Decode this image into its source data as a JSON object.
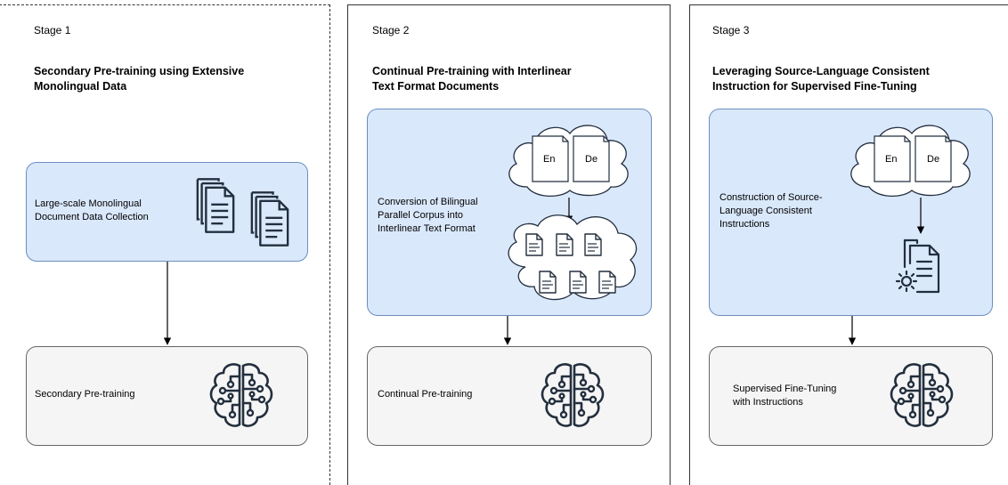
{
  "stages": [
    {
      "label": "Stage 1",
      "title_lines": [
        "Secondary Pre-training using Extensive",
        "Monolingual Data"
      ],
      "top_box_text": [
        "Large-scale Monolingual",
        "Document Data Collection"
      ],
      "bottom_box_text": [
        "Secondary Pre-training"
      ]
    },
    {
      "label": "Stage 2",
      "title_lines": [
        "Continual Pre-training with Interlinear",
        "Text Format Documents"
      ],
      "top_box_text": [
        "Conversion of Bilingual",
        "Parallel Corpus into",
        "Interlinear Text Format"
      ],
      "bottom_box_text": [
        "Continual Pre-training"
      ],
      "doc_labels": [
        "En",
        "De"
      ]
    },
    {
      "label": "Stage 3",
      "title_lines": [
        "Leveraging Source-Language Consistent",
        "Instruction for Supervised Fine-Tuning"
      ],
      "top_box_text": [
        "Construction of Source-",
        "Language Consistent",
        "Instructions"
      ],
      "bottom_box_text": [
        "Supervised Fine-Tuning",
        "with Instructions"
      ],
      "doc_labels": [
        "En",
        "De"
      ]
    }
  ],
  "colors": {
    "box_blue_fill": "#dae8fc",
    "box_blue_border": "#6c8ebf",
    "box_grey_fill": "#f5f5f5",
    "box_grey_border": "#666666"
  },
  "icons": [
    "document-stack-icon",
    "cloud-icon",
    "document-icon",
    "document-gear-icon",
    "brain-circuit-icon"
  ]
}
